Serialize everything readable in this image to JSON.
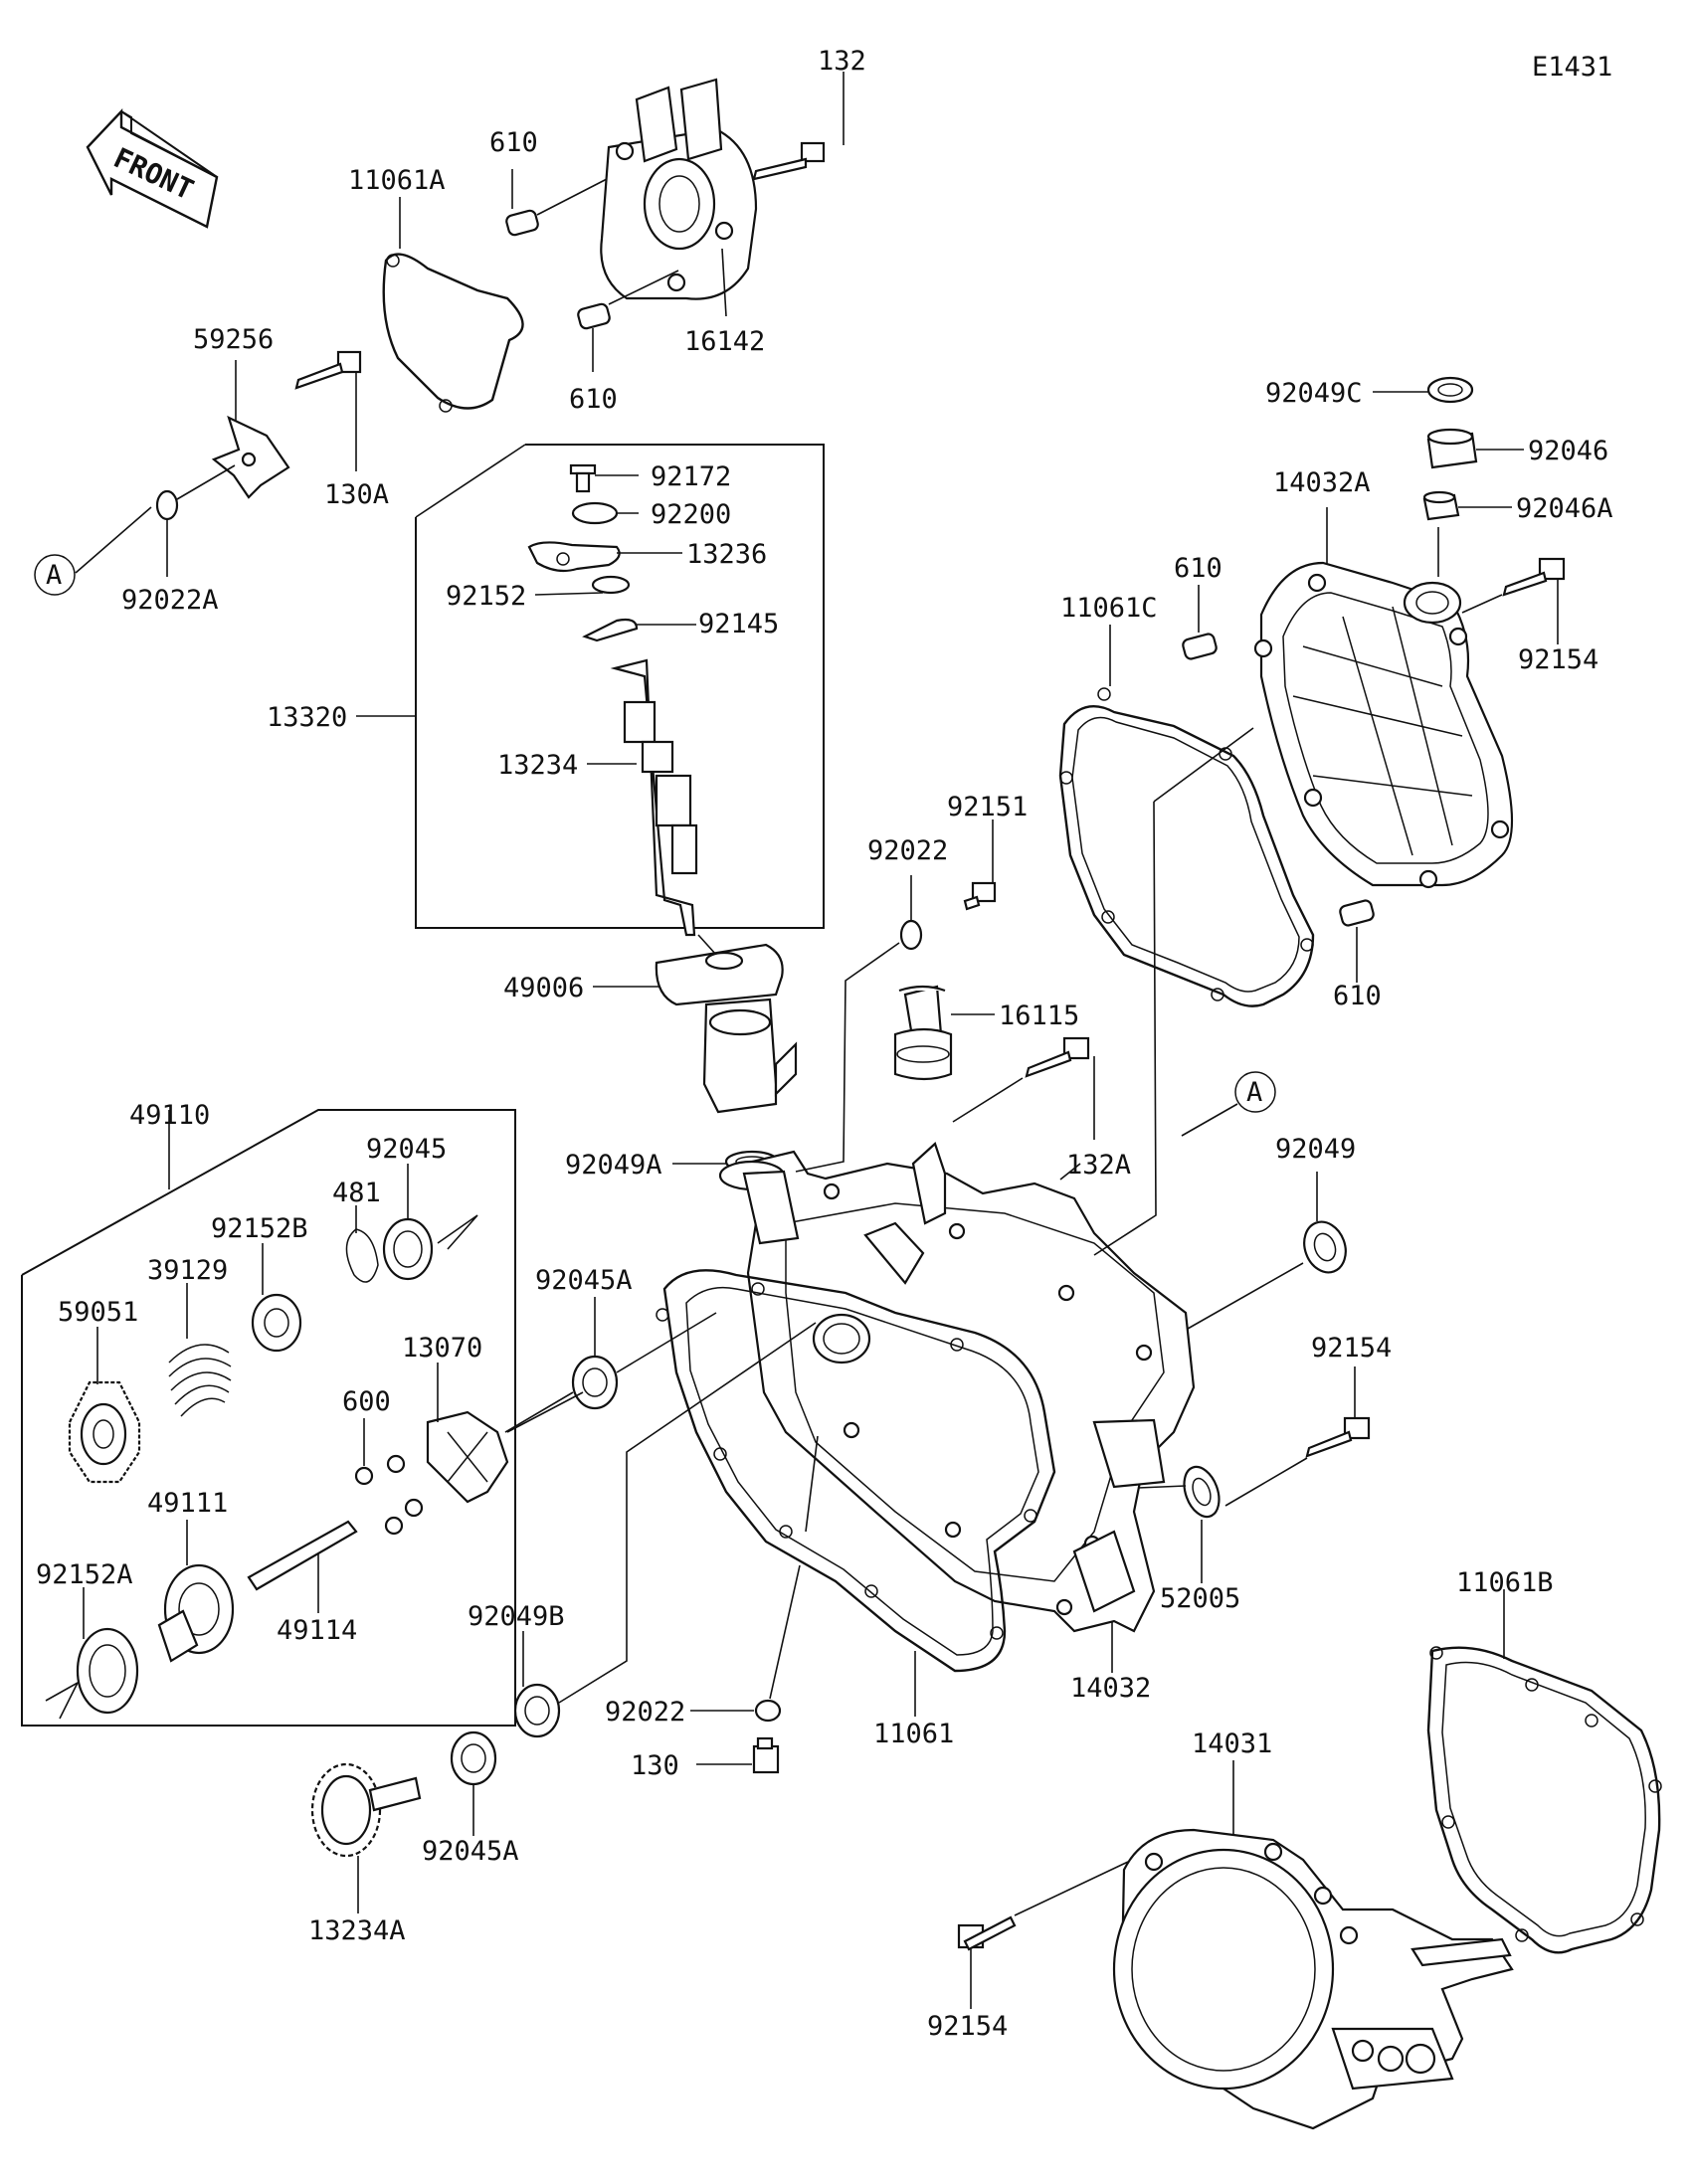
{
  "diagram_id": "E1431",
  "front_label": "FRONT",
  "ref_marker": "A",
  "parts": [
    "132",
    "610",
    "11061A",
    "16142",
    "610",
    "59256",
    "130A",
    "92022A",
    "92172",
    "92200",
    "13236",
    "92152",
    "92145",
    "13320",
    "13234",
    "49006",
    "92049A",
    "92022",
    "92151",
    "16115",
    "132A",
    "92049C",
    "92046",
    "14032A",
    "92046A",
    "11061C",
    "610",
    "92154",
    "610",
    "49110",
    "92045",
    "481",
    "92152B",
    "39129",
    "59051",
    "13070",
    "600",
    "49111",
    "92152A",
    "49114",
    "92045A",
    "92049",
    "92154",
    "52005",
    "92049B",
    "92022",
    "130",
    "11061",
    "14032",
    "11061B",
    "14031",
    "92045A",
    "13234A",
    "92154"
  ]
}
